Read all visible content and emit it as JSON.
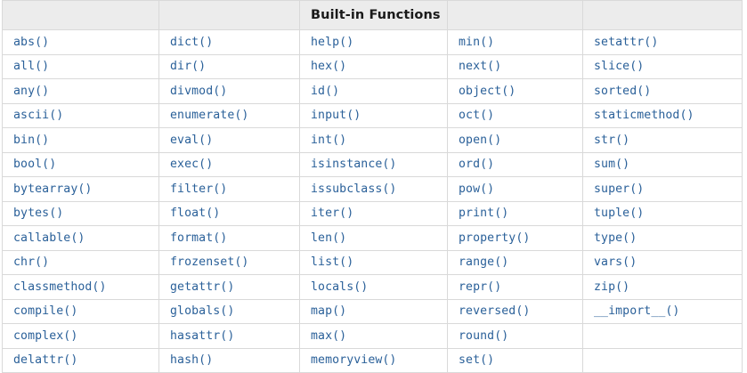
{
  "table": {
    "title": "Built-in Functions",
    "title_column_index": 2,
    "column_count": 5,
    "row_count": 14,
    "header_background": "#ececec",
    "cell_text_color": "#2a6099",
    "title_text_color": "#1a1a1a",
    "border_color": "#d9d9d9",
    "header_cells": [
      "",
      "",
      "Built-in Functions",
      "",
      ""
    ],
    "rows": [
      [
        "abs()",
        "dict()",
        "help()",
        "min()",
        "setattr()"
      ],
      [
        "all()",
        "dir()",
        "hex()",
        "next()",
        "slice()"
      ],
      [
        "any()",
        "divmod()",
        "id()",
        "object()",
        "sorted()"
      ],
      [
        "ascii()",
        "enumerate()",
        "input()",
        "oct()",
        "staticmethod()"
      ],
      [
        "bin()",
        "eval()",
        "int()",
        "open()",
        "str()"
      ],
      [
        "bool()",
        "exec()",
        "isinstance()",
        "ord()",
        "sum()"
      ],
      [
        "bytearray()",
        "filter()",
        "issubclass()",
        "pow()",
        "super()"
      ],
      [
        "bytes()",
        "float()",
        "iter()",
        "print()",
        "tuple()"
      ],
      [
        "callable()",
        "format()",
        "len()",
        "property()",
        "type()"
      ],
      [
        "chr()",
        "frozenset()",
        "list()",
        "range()",
        "vars()"
      ],
      [
        "classmethod()",
        "getattr()",
        "locals()",
        "repr()",
        "zip()"
      ],
      [
        "compile()",
        "globals()",
        "map()",
        "reversed()",
        "__import__()"
      ],
      [
        "complex()",
        "hasattr()",
        "max()",
        "round()",
        ""
      ],
      [
        "delattr()",
        "hash()",
        "memoryview()",
        "set()",
        ""
      ]
    ]
  }
}
